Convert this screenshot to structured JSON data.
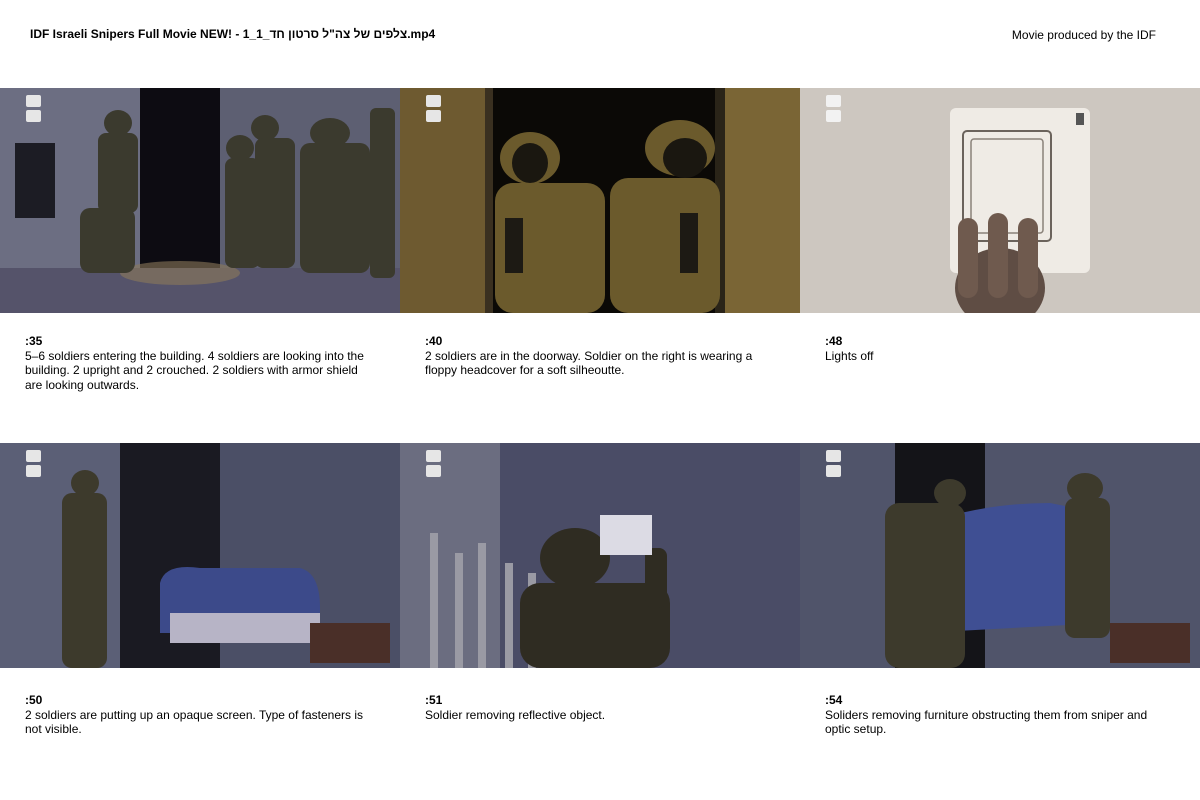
{
  "header": {
    "title": "IDF Israeli Snipers Full Movie NEW! - צלפים של צה\"ל סרטון חד_1_1.mp4",
    "credit": "Movie produced by the IDF"
  },
  "frames": [
    {
      "time": ":35",
      "description": "5–6 soldiers entering the building. 4 soldiers are looking into the building. 2 upright and 2 crouched. 2 soldiers with armor shield are looking outwards."
    },
    {
      "time": ":40",
      "description": "2 soldiers are in the doorway. Soldier on the right is wearing a floppy headcover for a soft silheoutte."
    },
    {
      "time": ":48",
      "description": "Lights off"
    },
    {
      "time": ":50",
      "description": "2 soldiers are putting up an opaque screen. Type of fasteners is not visible."
    },
    {
      "time": ":51",
      "description": "Soldier removing reflective object."
    },
    {
      "time": ":54",
      "description": "Soliders removing furniture obstructing them from sniper and optic setup."
    }
  ]
}
